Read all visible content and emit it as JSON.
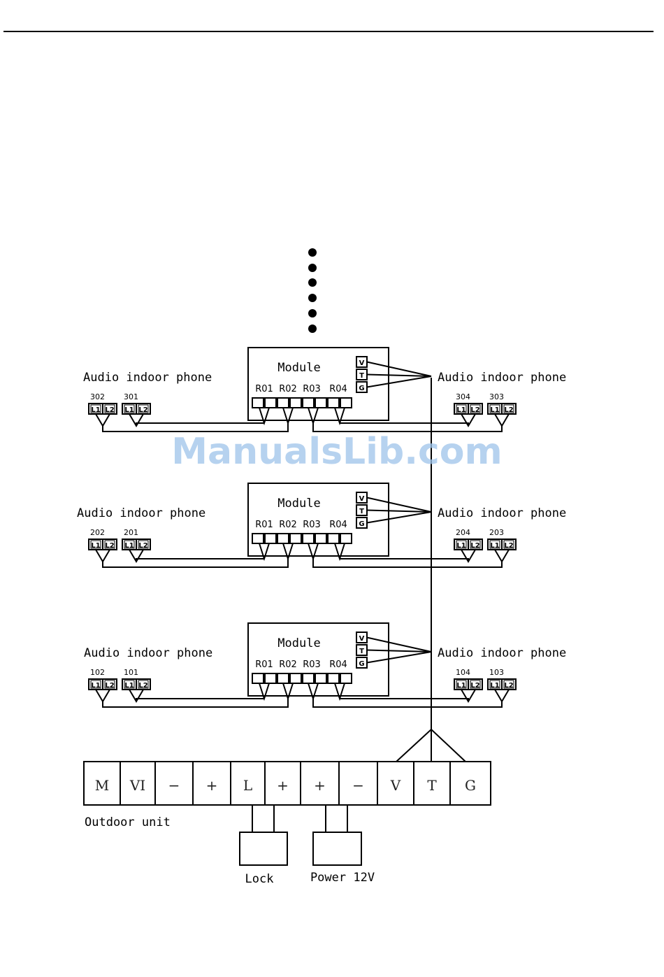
{
  "watermark": "ManualsLib.com",
  "module_label": "Module",
  "relay_labels": [
    "R01",
    "R02",
    "R03",
    "R04"
  ],
  "vtg_labels": [
    "V",
    "T",
    "G"
  ],
  "phone_label": "Audio indoor phone",
  "line_labels": [
    "L1",
    "L2"
  ],
  "floors": [
    {
      "left_units": [
        "302",
        "301"
      ],
      "right_units": [
        "304",
        "303"
      ]
    },
    {
      "left_units": [
        "202",
        "201"
      ],
      "right_units": [
        "204",
        "203"
      ]
    },
    {
      "left_units": [
        "102",
        "101"
      ],
      "right_units": [
        "104",
        "103"
      ]
    }
  ],
  "outdoor_unit": {
    "label": "Outdoor unit",
    "terminals": [
      "M",
      "VI",
      "−",
      "+",
      "L",
      "+",
      "+",
      "−",
      "V",
      "T",
      "G"
    ]
  },
  "lock_label": "Lock",
  "power_label": "Power 12V"
}
